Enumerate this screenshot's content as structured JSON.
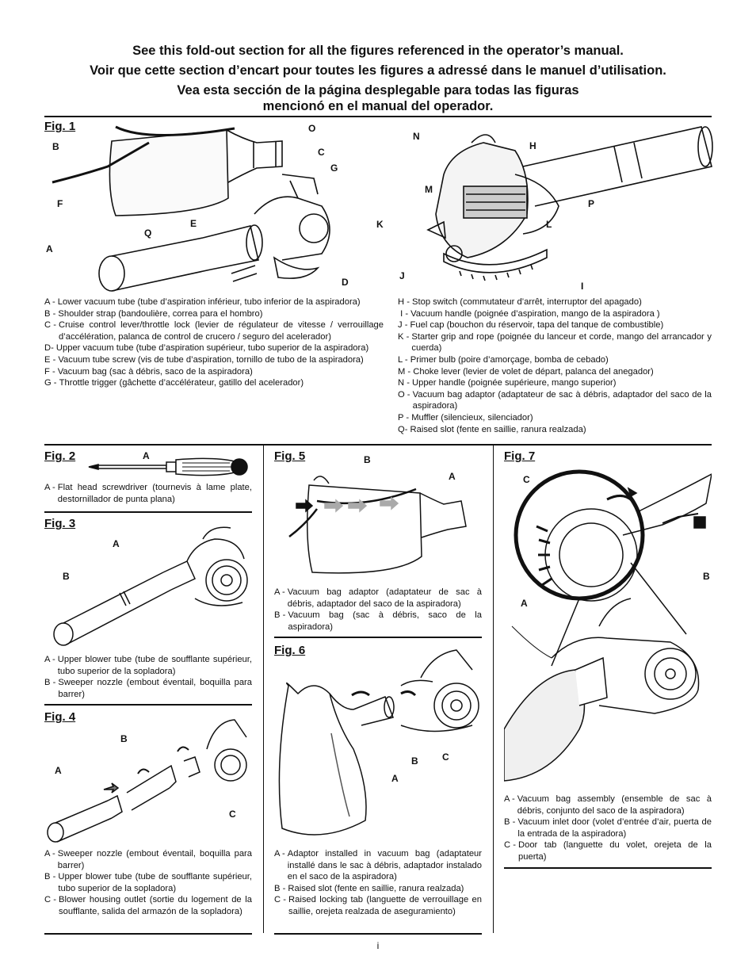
{
  "header": {
    "line1": "See this fold-out section for all the figures referenced in the operator’s manual.",
    "line2": "Voir que cette section d’encart pour toutes les figures a adressé dans le manuel d’utilisation.",
    "line3": "Vea esta sección de la página desplegable para todas las figuras",
    "line4": "mencionó en el manual del operador."
  },
  "fig1": {
    "title": "Fig. 1",
    "labels": {
      "A": "A",
      "B": "B",
      "C": "C",
      "D": "D",
      "E": "E",
      "F": "F",
      "G": "G",
      "O": "O",
      "Q": "Q",
      "H": "H",
      "I": "I",
      "J": "J",
      "K": "K",
      "L": "L",
      "M": "M",
      "N": "N",
      "P": "P"
    },
    "legend_left": [
      {
        "key": "A - ",
        "text": "Lower vacuum tube (tube d’aspiration inférieur, tubo inferior de la aspiradora)"
      },
      {
        "key": "B - ",
        "text": "Shoulder strap (bandoulière, correa para el hombro)"
      },
      {
        "key": "C - ",
        "text": "Cruise control lever/throttle lock (levier de régulateur de vitesse / verrouillage d’accélération, palanca de control de crucero / seguro del acelerador)"
      },
      {
        "key": "D- ",
        "text": "Upper vacuum tube (tube d’aspiration supérieur, tubo superior de la aspiradora)"
      },
      {
        "key": "E - ",
        "text": "Vacuum tube screw (vis de tube d’aspiration, tornillo de tubo de la aspiradora)"
      },
      {
        "key": "F - ",
        "text": "Vacuum bag (sac à débris, saco de la aspiradora)"
      },
      {
        "key": "G - ",
        "text": "Throttle trigger (gâchette d’accélérateur, gatillo del acelerador)"
      }
    ],
    "legend_right": [
      {
        "key": "H - ",
        "text": "Stop switch (commutateur d’arrêt, interruptor del apagado)"
      },
      {
        "key": " I - ",
        "text": "Vacuum handle (poignée d’aspiration, mango de la aspiradora )"
      },
      {
        "key": "J - ",
        "text": "Fuel cap (bouchon du réservoir, tapa del tanque de combustible)"
      },
      {
        "key": "K - ",
        "text": "Starter grip and rope (poignée du lanceur et corde, mango del arrancador y cuerda)"
      },
      {
        "key": "L - ",
        "text": "Primer bulb (poire d’amorçage, bomba de cebado)"
      },
      {
        "key": "M - ",
        "text": "Choke lever (levier de volet de départ, palanca del anegador)"
      },
      {
        "key": "N - ",
        "text": "Upper handle (poignée supérieure, mango superior)"
      },
      {
        "key": "O - ",
        "text": "Vacuum bag adaptor (adaptateur de sac à débris, adaptador del saco de la aspiradora)"
      },
      {
        "key": "P - ",
        "text": "Muffler (silencieux, silenciador)"
      },
      {
        "key": "Q- ",
        "text": "Raised slot (fente en saillie, ranura realzada)"
      }
    ]
  },
  "fig2": {
    "title": "Fig. 2",
    "labels": {
      "A": "A"
    },
    "legend": [
      {
        "key": "A - ",
        "text": "Flat head screwdriver (tournevis à lame plate, destornillador de punta plana)"
      }
    ]
  },
  "fig3": {
    "title": "Fig. 3",
    "labels": {
      "A": "A",
      "B": "B"
    },
    "legend": [
      {
        "key": "A - ",
        "text": "Upper blower tube (tube de soufflante supérieur, tubo superior de la sopladora)"
      },
      {
        "key": "B - ",
        "text": "Sweeper nozzle (embout éventail, boquilla para barrer)"
      }
    ]
  },
  "fig4": {
    "title": "Fig. 4",
    "labels": {
      "A": "A",
      "B": "B",
      "C": "C"
    },
    "legend": [
      {
        "key": "A - ",
        "text": "Sweeper nozzle (embout éventail, boquilla para barrer)"
      },
      {
        "key": "B - ",
        "text": "Upper blower tube (tube de soufflante supérieur, tubo superior de la sopladora)"
      },
      {
        "key": "C - ",
        "text": "Blower housing outlet (sortie du logement de la soufflante, salida del armazón de la sopladora)"
      }
    ]
  },
  "fig5": {
    "title": "Fig. 5",
    "labels": {
      "A": "A",
      "B": "B"
    },
    "legend": [
      {
        "key": "A - ",
        "text": "Vacuum bag adaptor (adaptateur de sac à débris, adaptador del saco de la aspiradora)"
      },
      {
        "key": "B - ",
        "text": "Vacuum bag (sac à débris, saco de la aspiradora)"
      }
    ]
  },
  "fig6": {
    "title": "Fig. 6",
    "labels": {
      "A": "A",
      "B": "B",
      "C": "C"
    },
    "legend": [
      {
        "key": "A - ",
        "text": "Adaptor installed in vacuum bag (adaptateur installé dans le sac à débris, adaptador instalado en el saco de la aspiradora)"
      },
      {
        "key": "B - ",
        "text": "Raised slot (fente en saillie, ranura realzada)"
      },
      {
        "key": "C - ",
        "text": "Raised locking tab (languette de verrouillage en saillie, orejeta realzada de aseguramiento)"
      }
    ]
  },
  "fig7": {
    "title": "Fig. 7",
    "labels": {
      "A": "A",
      "B": "B",
      "C": "C"
    },
    "legend": [
      {
        "key": "A - ",
        "text": "Vacuum bag assembly (ensemble de sac à débris, conjunto del saco de la aspiradora)"
      },
      {
        "key": "B - ",
        "text": "Vacuum inlet door (volet d’entrée d’air, puerta de la entrada de la aspiradora)"
      },
      {
        "key": "C - ",
        "text": "Door tab (languette du volet, orejeta de la puerta)"
      }
    ]
  },
  "footer": {
    "page_number": "i"
  }
}
